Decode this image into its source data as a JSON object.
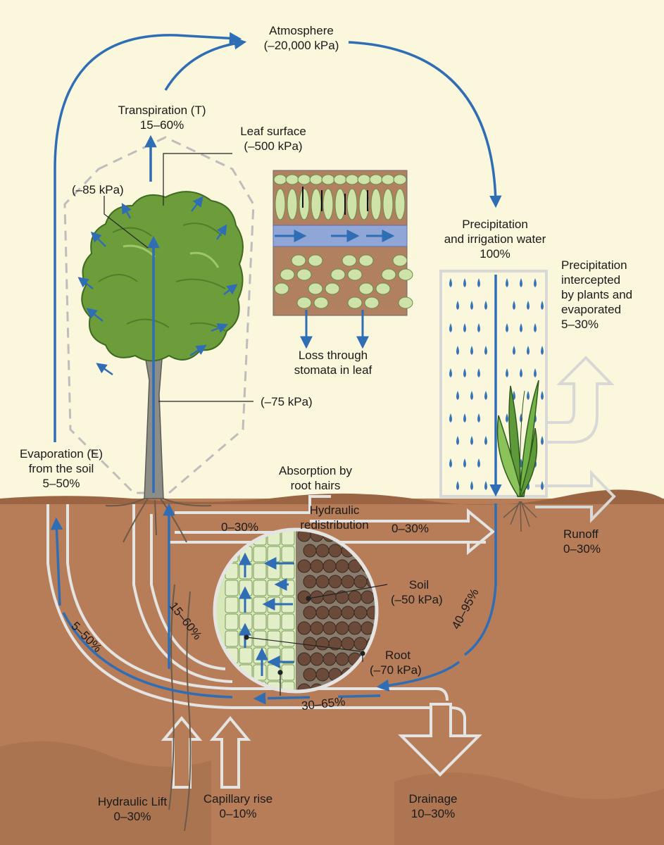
{
  "labels": {
    "atmosphere": {
      "name": "Atmosphere",
      "value": "(–20,000 kPa)"
    },
    "transpiration": {
      "name": "Transpiration (T)",
      "value": "15–60%"
    },
    "leaf_surface": {
      "name": "Leaf surface",
      "value": "(–500 kPa)"
    },
    "upper_stem_potential": "(–85 kPa)",
    "lower_stem_potential": "(–75 kPa)",
    "stomata_loss": {
      "line1": "Loss through",
      "line2": "stomata in leaf"
    },
    "precipitation": {
      "line1": "Precipitation",
      "line2": "and irrigation water",
      "value": "100%"
    },
    "intercepted": {
      "line1": "Precipitation",
      "line2": "intercepted",
      "line3": "by plants and",
      "line4": "evaporated",
      "value": "5–30%"
    },
    "evaporation": {
      "line1": "Evaporation (E)",
      "line2": "from the soil",
      "value": "5–50%"
    },
    "absorption": {
      "line1": "Absorption by",
      "line2": "root hairs"
    },
    "hydraulic_redistribution": {
      "line1": "Hydraulic",
      "line2": "redistribution",
      "left_value": "0–30%",
      "right_value": "0–30%"
    },
    "runoff": {
      "name": "Runoff",
      "value": "0–30%"
    },
    "soil": {
      "name": "Soil",
      "value": "(–50 kPa)"
    },
    "root": {
      "name": "Root",
      "value": "(–70 kPa)"
    },
    "soil_evap_flow": "5–50%",
    "transp_flow": "15–60%",
    "infiltration_flow": "40–95%",
    "soil_storage_flow": "30–65%",
    "hydraulic_lift": {
      "name": "Hydraulic Lift",
      "value": "0–30%"
    },
    "capillary_rise": {
      "name": "Capillary rise",
      "value": "0–10%"
    },
    "drainage": {
      "name": "Drainage",
      "value": "10–30%"
    }
  },
  "colors": {
    "sky": "#fbf7dc",
    "soil": "#b67d58",
    "flow_arrow": "#2f6db5",
    "open_arrow": "#e8e8e6",
    "foliage": "#6a9a3a",
    "trunk": "#8a8a86"
  },
  "icons": [
    "tree-icon",
    "grass-plant-icon",
    "raindrop-icon",
    "leaf-cross-section-icon",
    "root-soil-magnifier-icon"
  ]
}
